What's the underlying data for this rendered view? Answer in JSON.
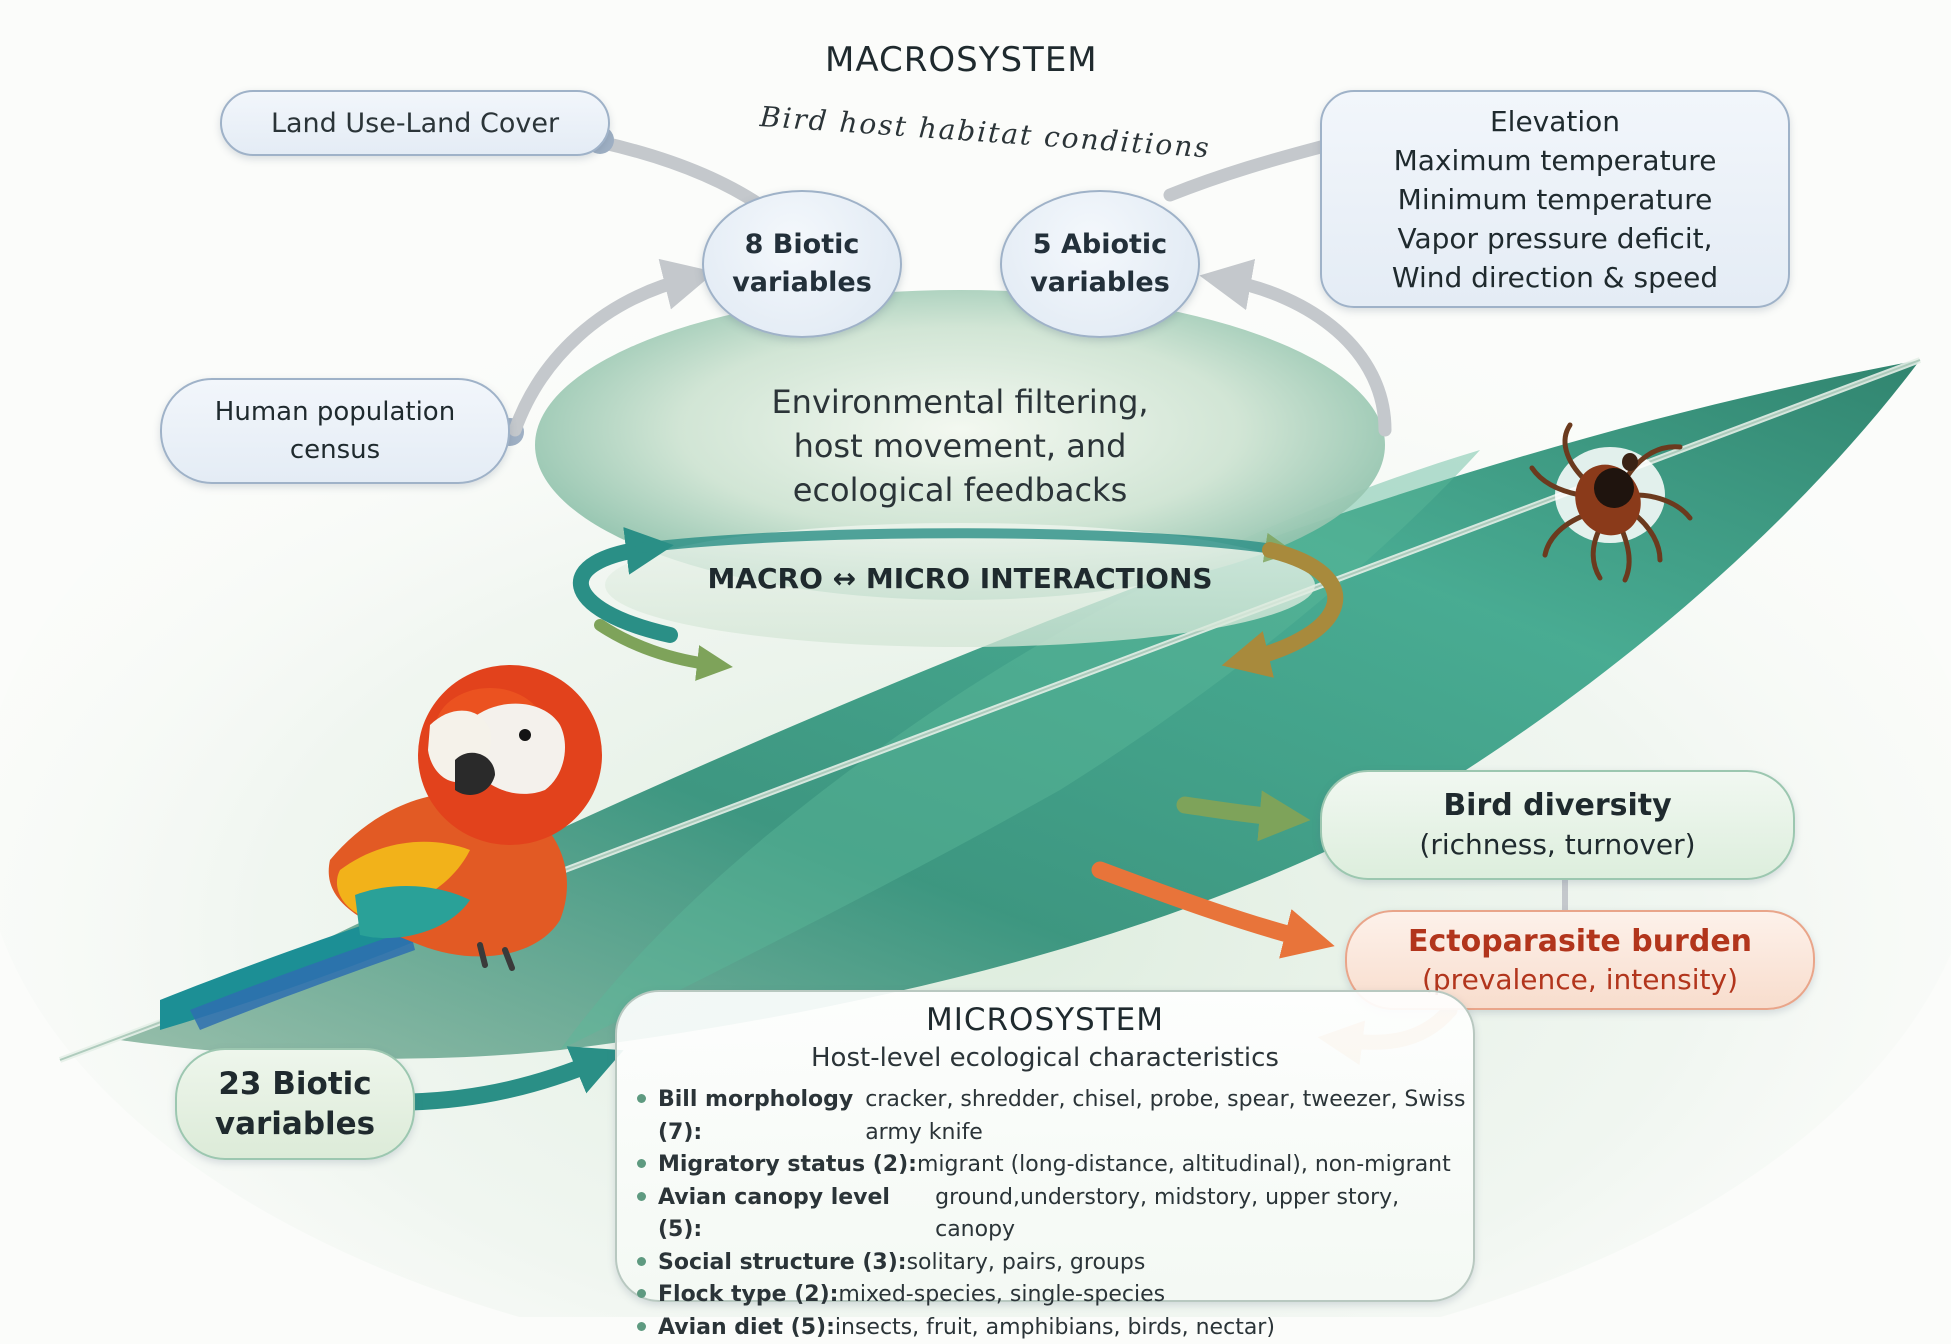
{
  "macrosystem": {
    "title": "MACROSYSTEM",
    "subtitle": "Bird host habitat conditions"
  },
  "land_use": "Land Use-Land Cover",
  "human_population": [
    "Human population",
    "census"
  ],
  "biotic_macro": [
    "8 Biotic",
    "variables"
  ],
  "abiotic_macro": [
    "5 Abiotic",
    "variables"
  ],
  "abiotic_list": [
    "Elevation",
    "Maximum temperature",
    "Minimum temperature",
    "Vapor pressure deficit,",
    "Wind direction & speed"
  ],
  "filtering": [
    "Environmental filtering,",
    "host movement, and",
    "ecological feedbacks"
  ],
  "interactions": "MACRO ↔ MICRO INTERACTIONS",
  "bird_diversity": {
    "title": "Bird diversity",
    "detail": "(richness, turnover)"
  },
  "ectoparasite": {
    "title": "Ectoparasite burden",
    "detail": "(prevalence, intensity)"
  },
  "microsystem": {
    "title": "MICROSYSTEM",
    "subtitle": "Host-level ecological characteristics",
    "items": [
      {
        "label": "Bill morphology (7):",
        "text": " cracker, shredder, chisel, probe, spear, tweezer, Swiss army knife"
      },
      {
        "label": "Migratory status (2):",
        "text": " migrant (long-distance, altitudinal), non-migrant"
      },
      {
        "label": "Avian canopy level (5):",
        "text": " ground,understory, midstory, upper story, canopy"
      },
      {
        "label": "Social structure (3):",
        "text": " solitary, pairs, groups"
      },
      {
        "label": "Flock type (2):",
        "text": " mixed-species, single-species"
      },
      {
        "label": "Avian diet (5):",
        "text": " insects, fruit, amphibians, birds, nectar)"
      }
    ]
  },
  "biotic_micro": [
    "23 Biotic",
    "variables"
  ],
  "colors": {
    "box_border": "#9fb2c8",
    "feather": "#2f8f78",
    "diversity_border": "#9cc7b0",
    "ectoparasite_text": "#b2351c",
    "ectoparasite_border": "#e9a58a",
    "arrow_teal": "#2a8f86",
    "arrow_green": "#7ea35a",
    "arrow_orange": "#e8743a",
    "arrow_grey": "#c4c8cc"
  }
}
